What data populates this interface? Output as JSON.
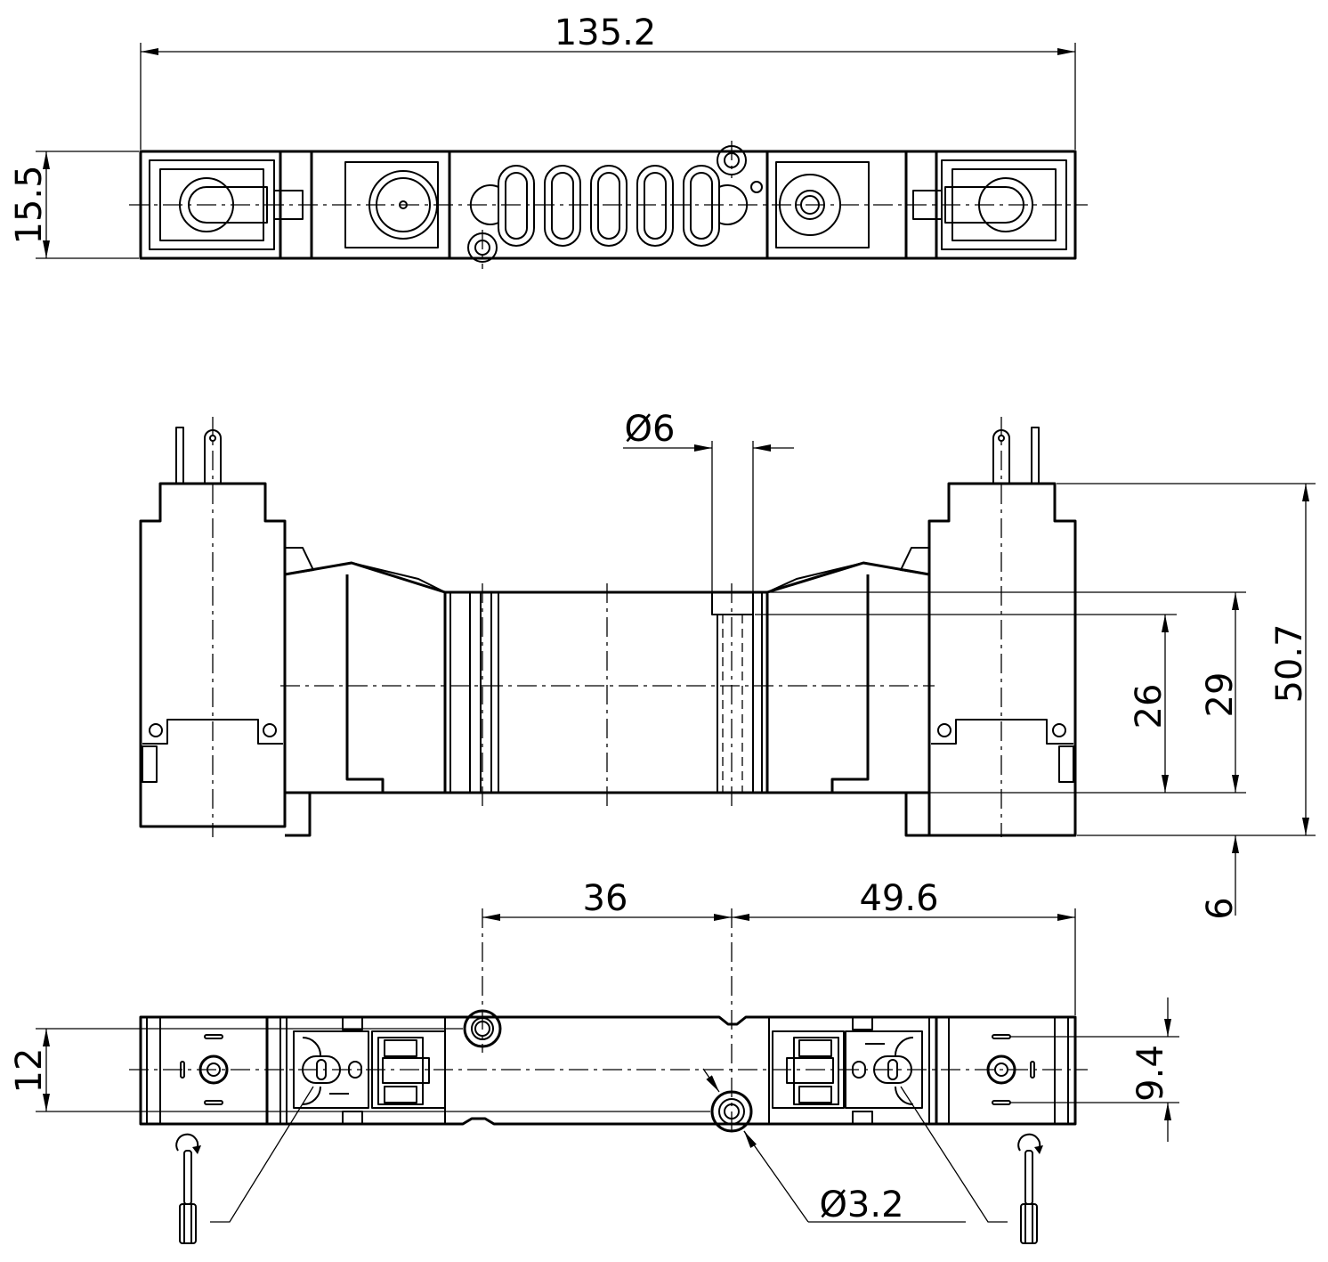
{
  "dimensions": {
    "overall_length": "135.2",
    "width_top": "15.5",
    "port_diameter": "Ø6",
    "height_26": "26",
    "height_29": "29",
    "height_total": "50.7",
    "offset_6": "6",
    "spacing_36": "36",
    "spacing_49_6": "49.6",
    "width_bottom": "12",
    "pin_spacing": "9.4",
    "hole_diameter": "Ø3.2"
  }
}
